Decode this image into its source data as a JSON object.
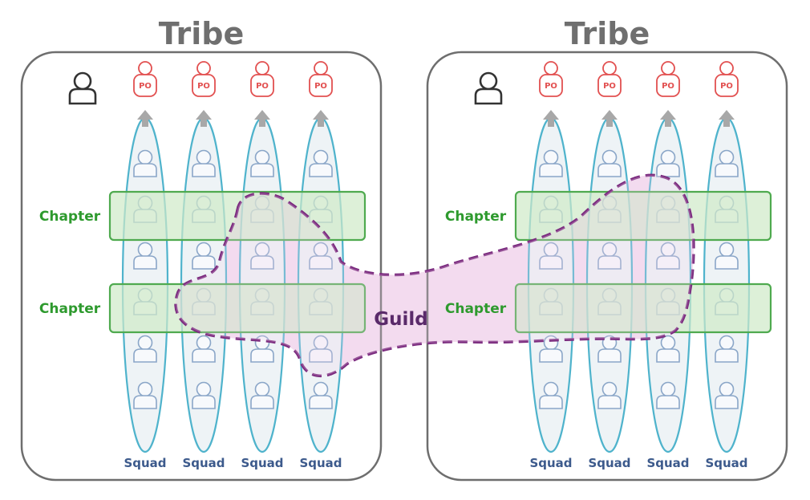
{
  "tribes": [
    {
      "title": "Tribe",
      "chapters": [
        "Chapter",
        "Chapter"
      ],
      "squads": [
        "Squad",
        "Squad",
        "Squad",
        "Squad"
      ],
      "po_labels": [
        "PO",
        "PO",
        "PO",
        "PO"
      ]
    },
    {
      "title": "Tribe",
      "chapters": [
        "Chapter",
        "Chapter"
      ],
      "squads": [
        "Squad",
        "Squad",
        "Squad",
        "Squad"
      ],
      "po_labels": [
        "PO",
        "PO",
        "PO",
        "PO"
      ]
    }
  ],
  "guild": {
    "label": "Guild"
  },
  "colors": {
    "tribe_border": "#6e6e6e",
    "squad_outline": "#4fb3cc",
    "squad_fill": "#eef3f6",
    "member_outline": "#8aa6c8",
    "chapter_fill": "#cfe9c8",
    "chapter_border": "#4faa4f",
    "guild_fill": "#f1d3ec",
    "guild_border": "#7a2a7e",
    "po_color": "#e25050",
    "arrow_color": "#a8a8a8"
  }
}
